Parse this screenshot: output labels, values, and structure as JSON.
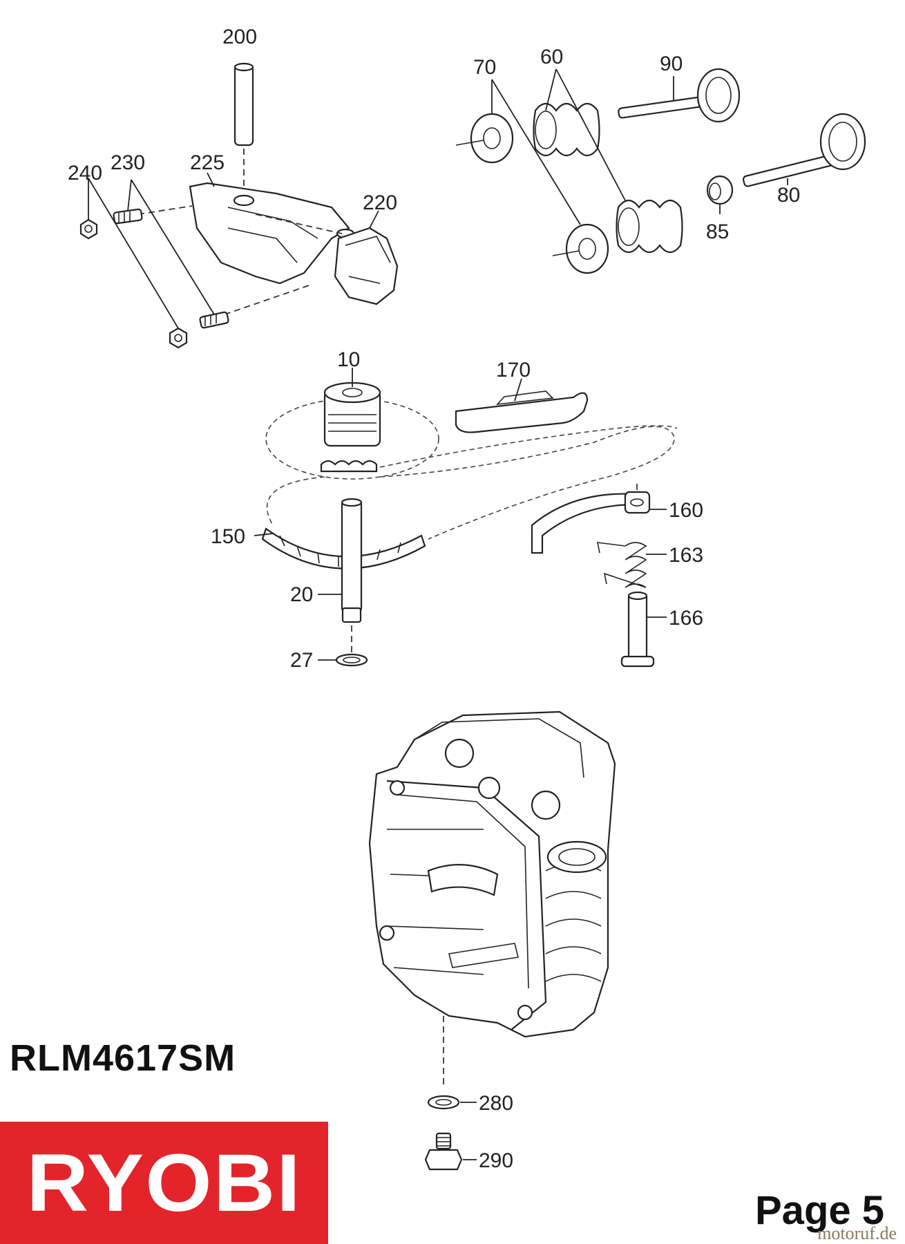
{
  "model": "RLM4617SM",
  "brand": "RYOBI",
  "page_label": "Page 5",
  "watermark": "motoruf.de",
  "colors": {
    "brand_red": "#e3242b",
    "ink": "#222222",
    "background": "#ffffff"
  },
  "parts": {
    "p10": "10",
    "p20": "20",
    "p27": "27",
    "p60": "60",
    "p70": "70",
    "p80": "80",
    "p85": "85",
    "p90": "90",
    "p150": "150",
    "p160": "160",
    "p163": "163",
    "p166": "166",
    "p170": "170",
    "p200": "200",
    "p220": "220",
    "p225": "225",
    "p230": "230",
    "p240": "240",
    "p280": "280",
    "p290": "290"
  }
}
